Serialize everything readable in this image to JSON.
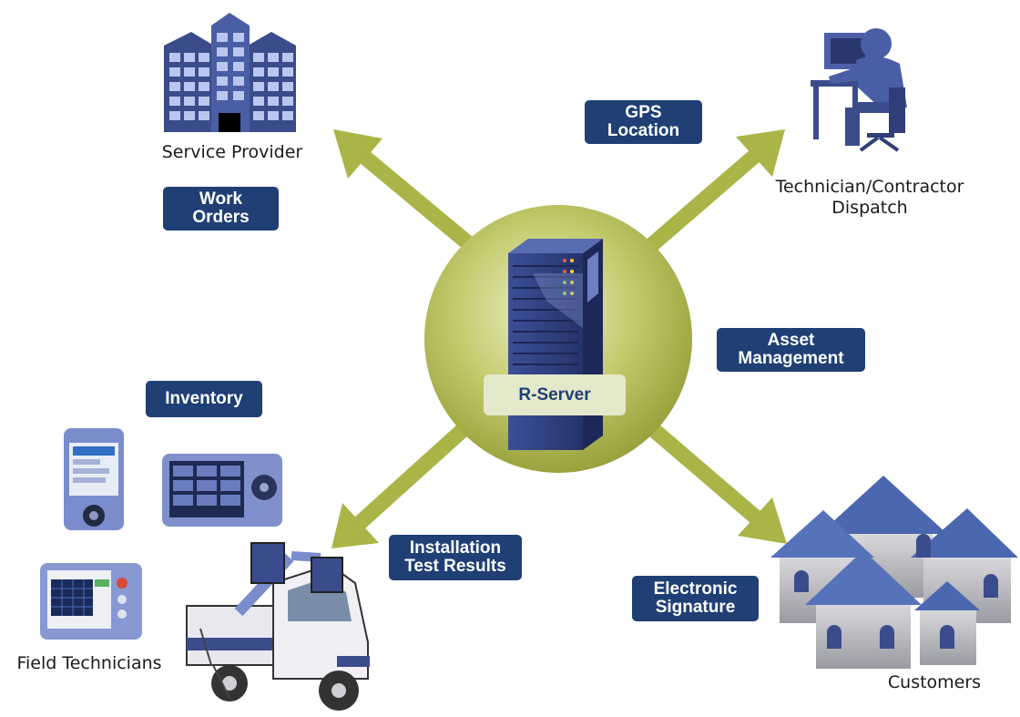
{
  "hub": {
    "label": "R-Server"
  },
  "nodes": {
    "service_provider": "Service Provider",
    "dispatch": "Technician/Contractor\nDispatch",
    "field_technicians": "Field Technicians",
    "customers": "Customers"
  },
  "badges": {
    "work_orders": "Work\nOrders",
    "gps_location": "GPS\nLocation",
    "asset_management": "Asset\nManagement",
    "inventory": "Inventory",
    "installation": "Installation\nTest Results",
    "signature": "Electronic\nSignature"
  },
  "colors": {
    "arrow": "#aab447",
    "badge": "#1f3f75",
    "hub": "#aab447",
    "building": "#3b4c8c",
    "house_roof": "#4b67b0"
  }
}
